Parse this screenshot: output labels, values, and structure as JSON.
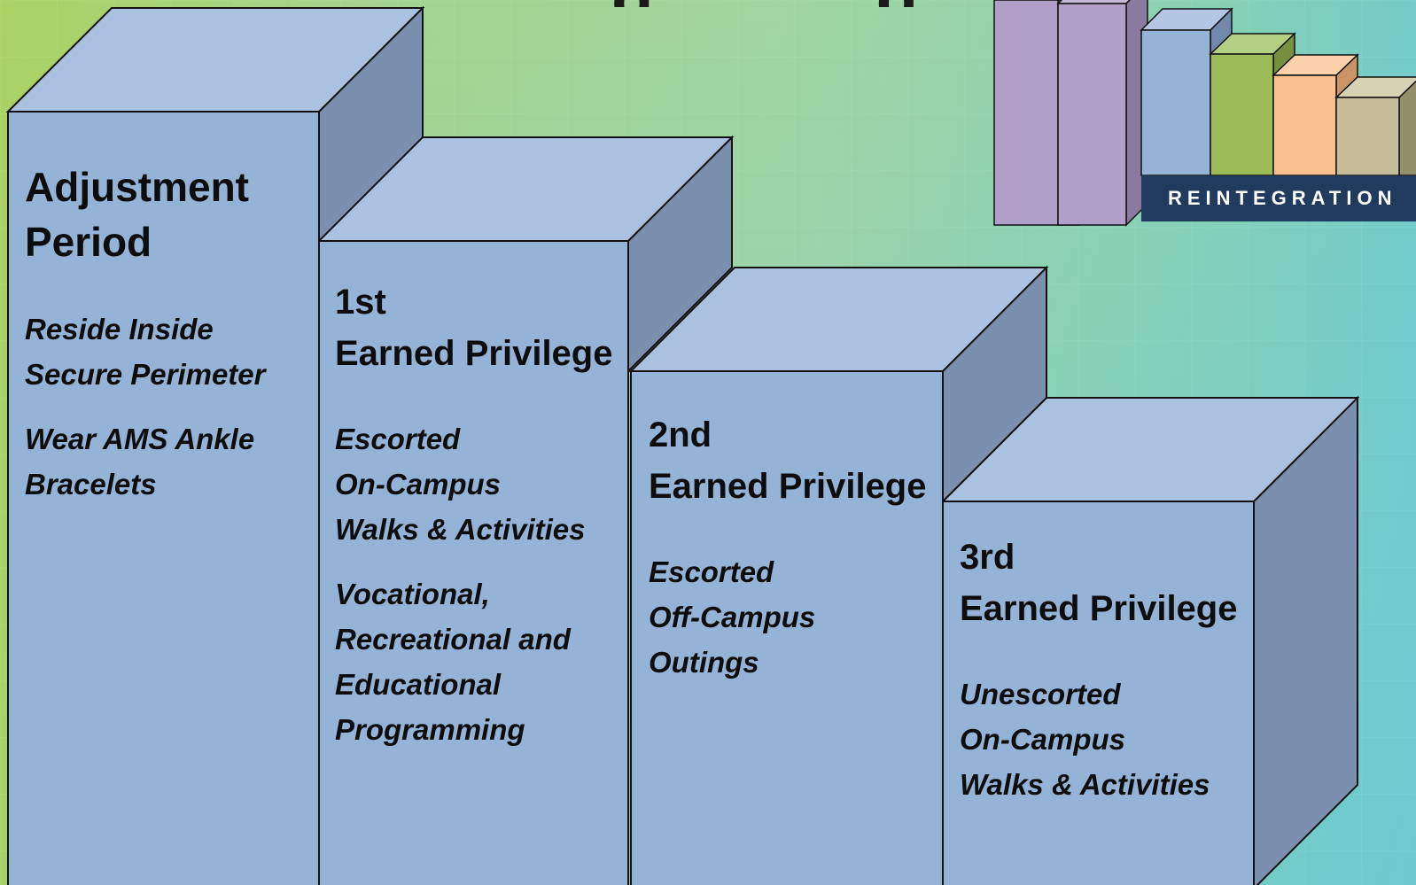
{
  "heading_fragment": [
    "g",
    "g"
  ],
  "steps": [
    {
      "title": "Adjustment\nPeriod",
      "items": [
        "Reside Inside\nSecure Perimeter",
        "Wear AMS Ankle\nBracelets"
      ]
    },
    {
      "title": "1st\nEarned Privilege",
      "items": [
        "Escorted\nOn-Campus\nWalks & Activities",
        "Vocational,\nRecreational and\nEducational\nProgramming"
      ]
    },
    {
      "title": "2nd\nEarned Privilege",
      "items": [
        "Escorted\nOff-Campus\nOutings"
      ]
    },
    {
      "title": "3rd\nEarned Privilege",
      "items": [
        "Unescorted\nOn-Campus\nWalks & Activities"
      ]
    }
  ],
  "logo": {
    "label": "REINTEGRATION",
    "bar_colors": [
      "#b29fc9",
      "#b29fc9",
      "#95b3d7",
      "#9bbb59",
      "#fac08f",
      "#c4bd97"
    ]
  },
  "colors": {
    "box_front": "#95b3d7",
    "box_top": "#abc1e0",
    "box_side": "#7a90ae",
    "outline": "#111111",
    "label_bg": "#213b5e"
  }
}
